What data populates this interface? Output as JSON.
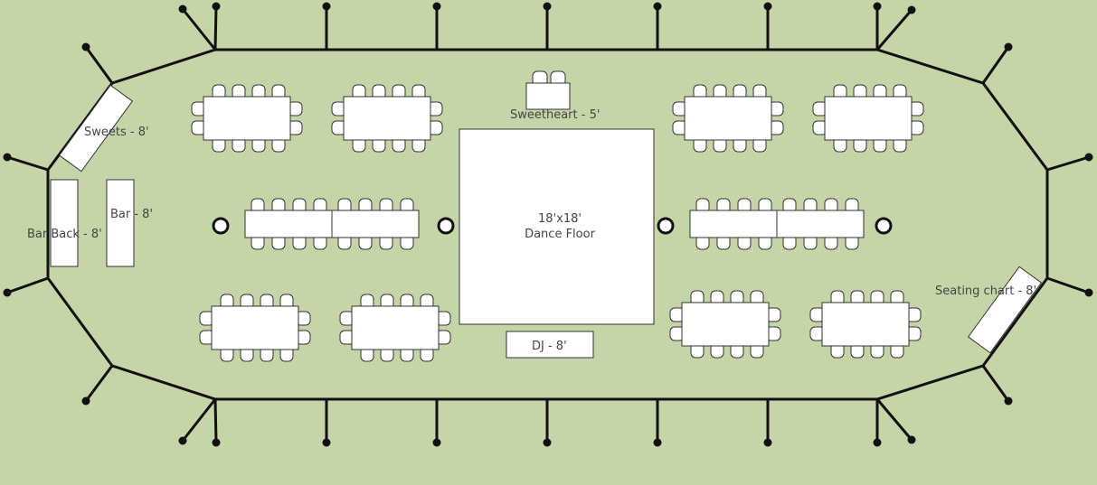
{
  "colors": {
    "background": "#c5d5a7",
    "tent_line": "#111111",
    "furniture_fill": "#ffffff",
    "furniture_stroke": "#333333",
    "label_text": "#444444"
  },
  "labels": {
    "sweets": "Sweets - 8'",
    "bar": "Bar - 8'",
    "bar_back": "Bar Back - 8'",
    "sweetheart": "Sweetheart - 5'",
    "dance_floor_size": "18'x18'",
    "dance_floor_name": "Dance Floor",
    "dj": "DJ - 8'",
    "seating_chart": "Seating chart - 8'"
  },
  "layout_summary": {
    "rectangular_guest_tables": 8,
    "chairs_per_guest_table": 12,
    "long_banquet_rows": 2,
    "chairs_per_banquet_row": 16,
    "tent_poles": 4,
    "sweetheart_chairs": 2
  }
}
